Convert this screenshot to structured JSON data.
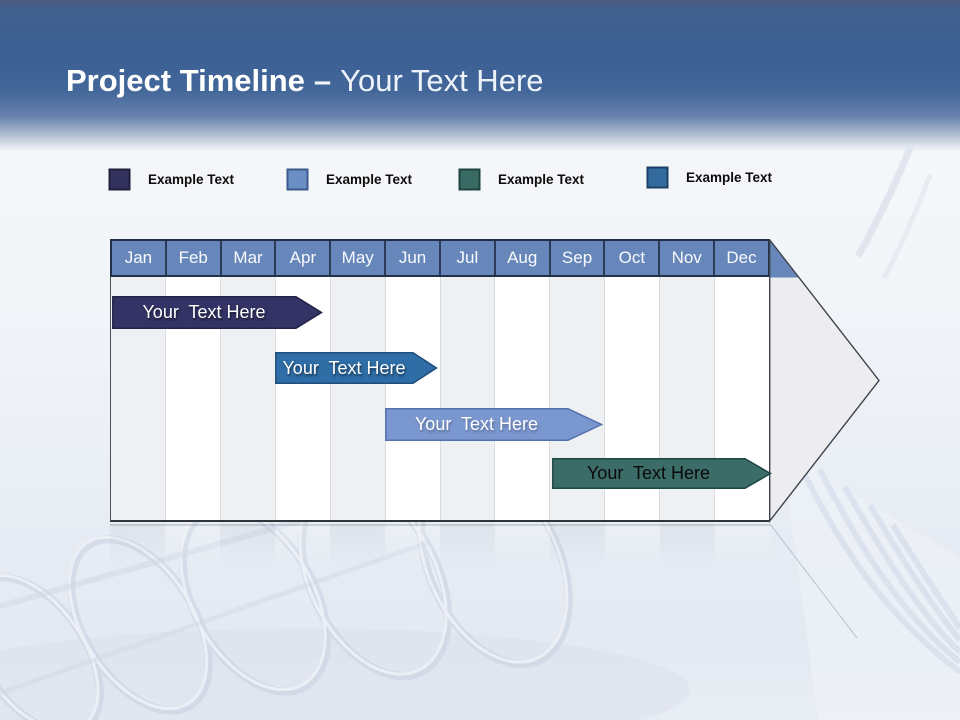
{
  "slide": {
    "title_bold": "Project Timeline",
    "title_separator": "–",
    "title_light": "Your Text Here"
  },
  "legend": {
    "items": [
      {
        "label": "Example Text",
        "color": "#32325c",
        "border": "#1f1f3d"
      },
      {
        "label": "Example Text",
        "color": "#6b8fc4",
        "border": "#3a5a8c"
      },
      {
        "label": "Example Text",
        "color": "#3a6a64",
        "border": "#1e443f"
      },
      {
        "label": "Example Text",
        "color": "#336b9e",
        "border": "#1c4166"
      }
    ]
  },
  "timeline": {
    "months": [
      "Jan",
      "Feb",
      "Mar",
      "Apr",
      "May",
      "Jun",
      "Jul",
      "Aug",
      "Sep",
      "Oct",
      "Nov",
      "Dec"
    ],
    "header_color": "#6787ba",
    "body_stripe_colors": [
      "#eef0f2",
      "#ffffff"
    ],
    "end_arrow_fill": "#ededf0",
    "tasks": [
      {
        "label": "Your  Text Here",
        "start_month": "Jan",
        "end_month": "Apr",
        "color": "#333366",
        "border": "#23234a",
        "text_color": "#ffffff"
      },
      {
        "label": "Your  Text Here",
        "start_month": "Apr",
        "end_month": "Jun",
        "color": "#2e6da6",
        "border": "#1d4f7e",
        "text_color": "#ffffff"
      },
      {
        "label": "Your  Text Here",
        "start_month": "Jun",
        "end_month": "Sep",
        "color": "#7b97cf",
        "border": "#5472ae",
        "text_color": "#ffffff"
      },
      {
        "label": "Your  Text Here",
        "start_month": "Sep",
        "end_month": "Dec",
        "color": "#3b6c68",
        "border": "#1e4744",
        "text_color": "#0a0a0a"
      }
    ]
  }
}
